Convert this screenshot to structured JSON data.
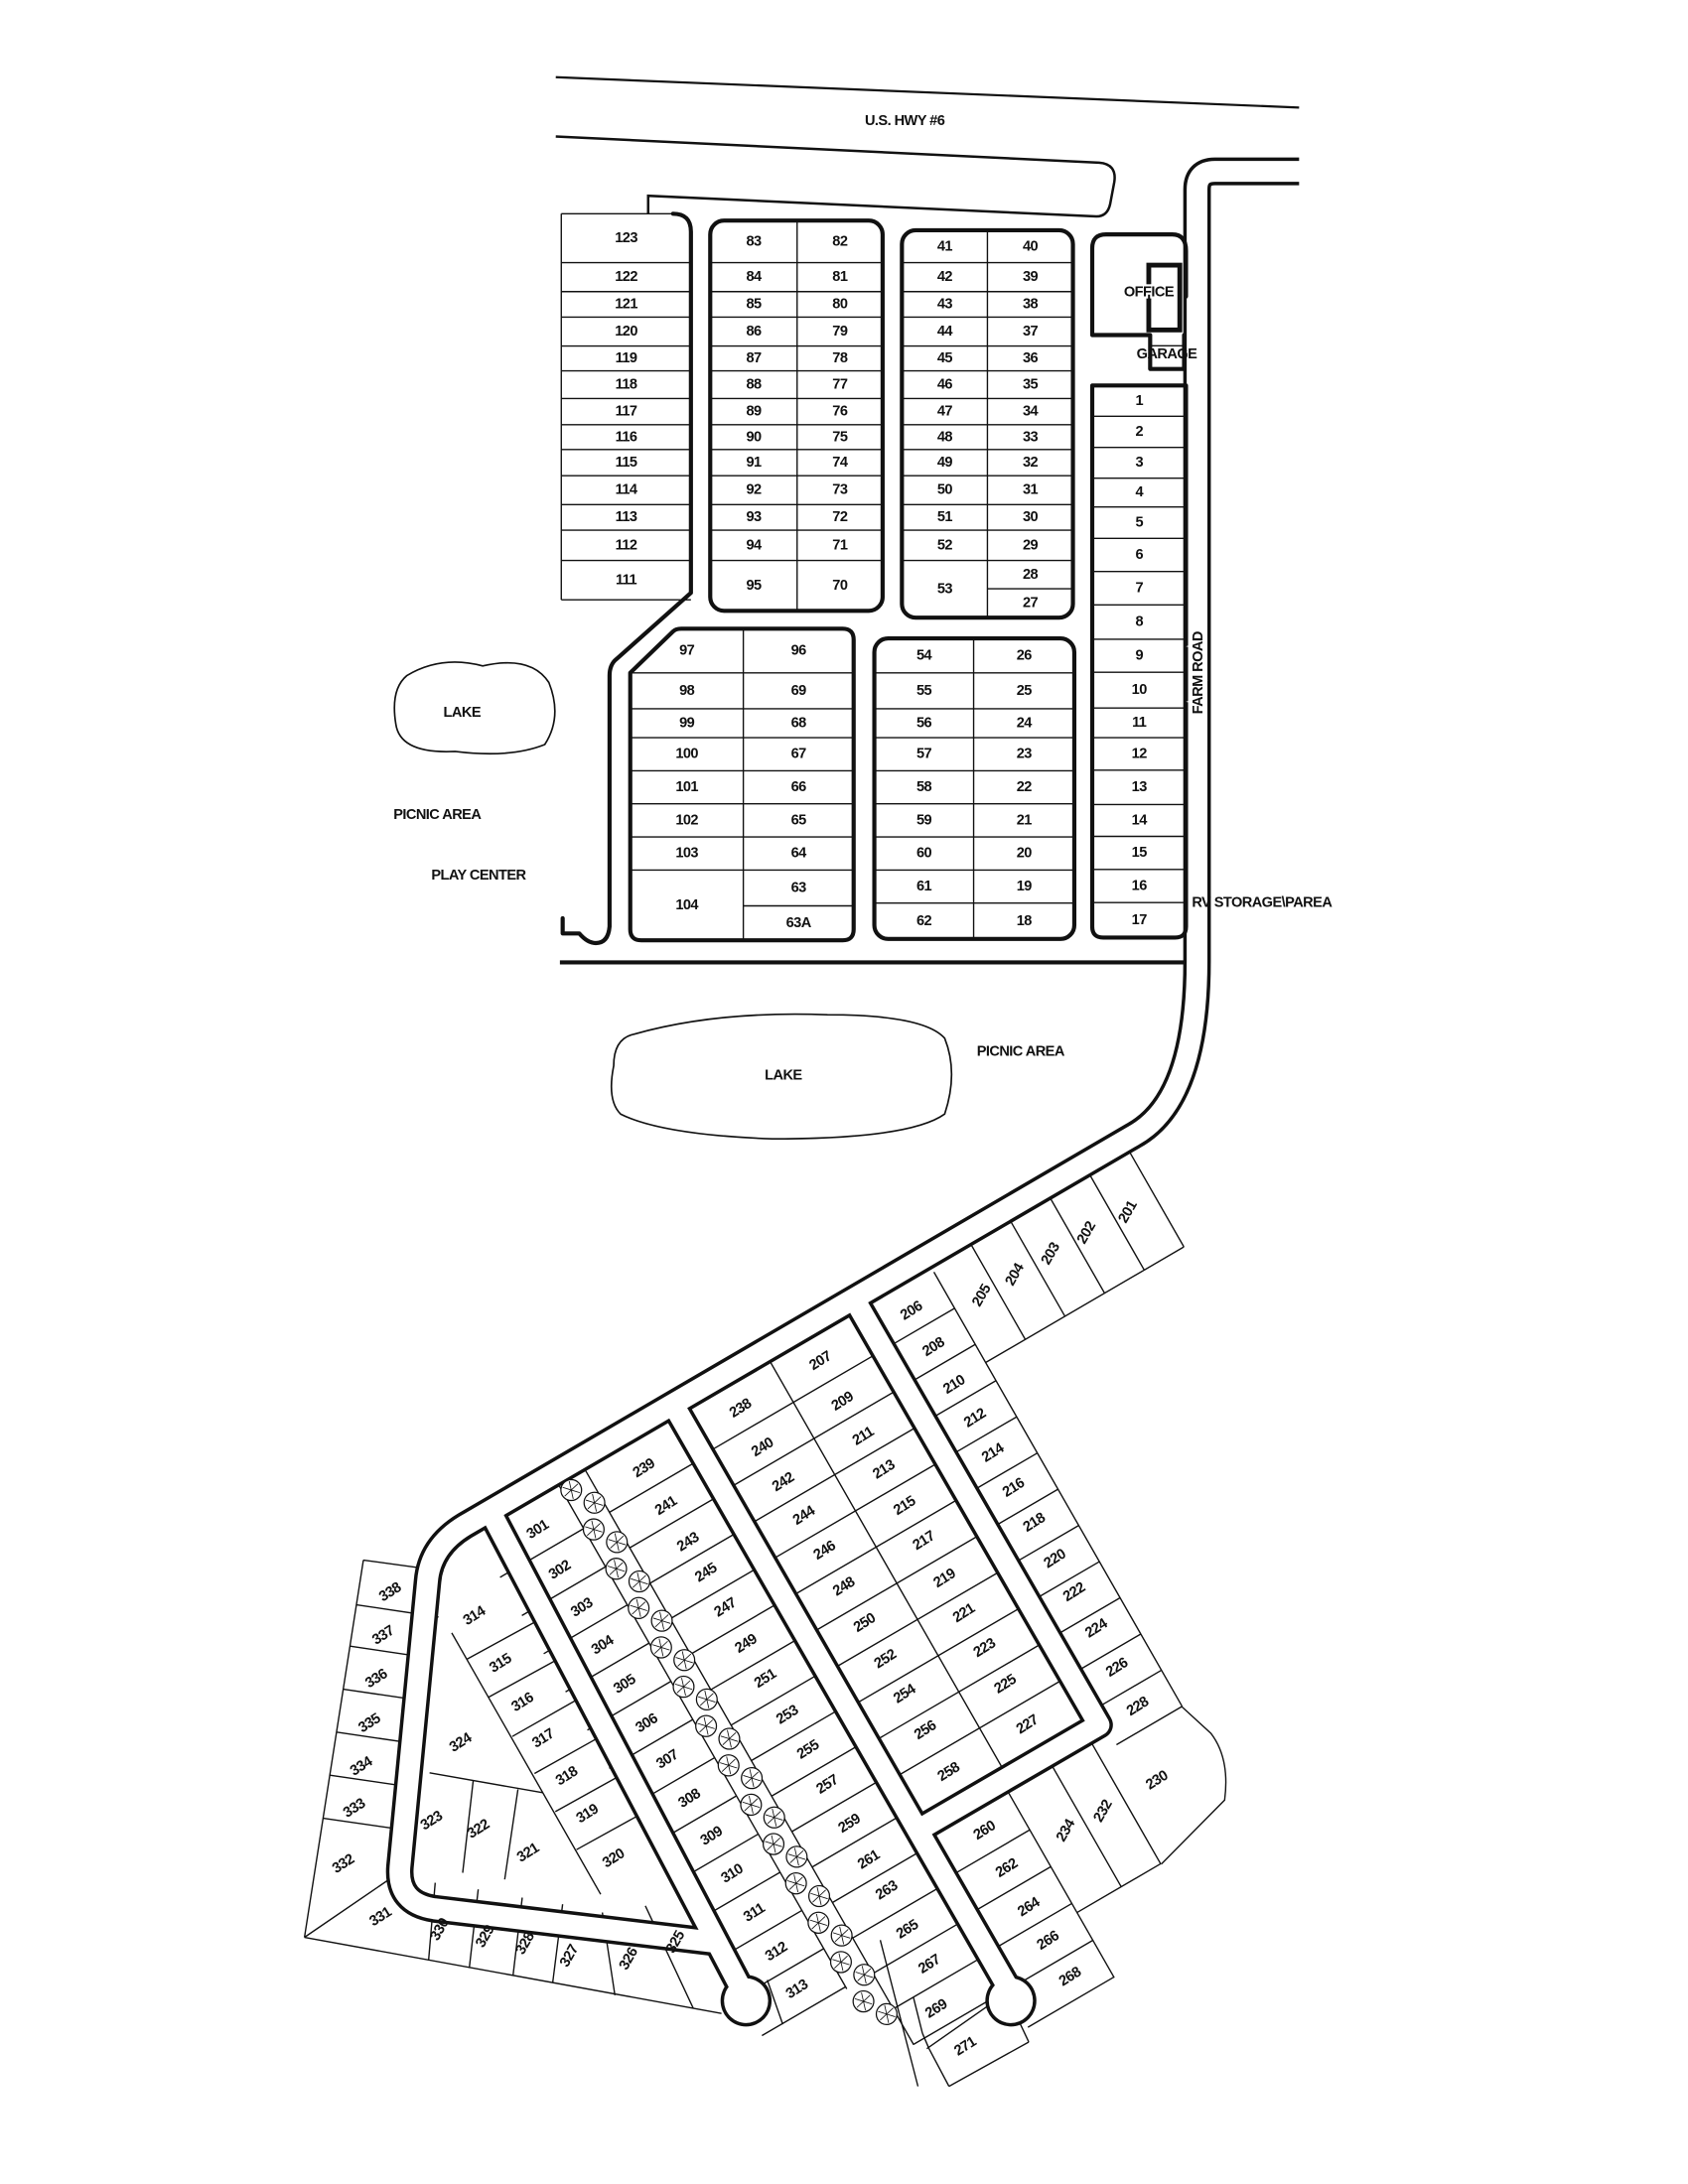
{
  "labels": {
    "highway": "U.S. HWY #6",
    "office": "OFFICE",
    "garage": "GARAGE",
    "farm_road": "FARM ROAD",
    "rv_storage": "RV STORAGE\\PAREA",
    "lake_west": "LAKE",
    "picnic_west": "PICNIC AREA",
    "play_center": "PLAY CENTER",
    "lake_central": "LAKE",
    "picnic_east": "PICNIC AREA"
  },
  "lots": {
    "block_a": [
      "123",
      "122",
      "121",
      "120",
      "119",
      "118",
      "117",
      "116",
      "115",
      "114",
      "113",
      "112",
      "111"
    ],
    "block_b_left": [
      "83",
      "84",
      "85",
      "86",
      "87",
      "88",
      "89",
      "90",
      "91",
      "92",
      "93",
      "94",
      "95"
    ],
    "block_b_right": [
      "82",
      "81",
      "80",
      "79",
      "78",
      "77",
      "76",
      "75",
      "74",
      "73",
      "72",
      "71",
      "70"
    ],
    "block_c_left": [
      "41",
      "42",
      "43",
      "44",
      "45",
      "46",
      "47",
      "48",
      "49",
      "50",
      "51",
      "52",
      "53"
    ],
    "block_c_right": [
      "40",
      "39",
      "38",
      "37",
      "36",
      "35",
      "34",
      "33",
      "32",
      "31",
      "30",
      "29",
      "28",
      "27"
    ],
    "row_east": [
      "1",
      "2",
      "3",
      "4",
      "5",
      "6",
      "7",
      "8",
      "9",
      "10",
      "11",
      "12",
      "13",
      "14",
      "15",
      "16",
      "17"
    ],
    "block_d_left": [
      "97",
      "98",
      "99",
      "100",
      "101",
      "102",
      "103",
      "104"
    ],
    "block_d_right": [
      "96",
      "69",
      "68",
      "67",
      "66",
      "65",
      "64",
      "63",
      "63A"
    ],
    "block_e_left": [
      "54",
      "55",
      "56",
      "57",
      "58",
      "59",
      "60",
      "61",
      "62"
    ],
    "block_e_right": [
      "26",
      "25",
      "24",
      "23",
      "22",
      "21",
      "20",
      "19",
      "18"
    ],
    "diagonal": [
      "201",
      "202",
      "203",
      "204",
      "205",
      "206",
      "208",
      "210",
      "212",
      "214",
      "216",
      "218",
      "220",
      "222",
      "224",
      "226",
      "228",
      "230",
      "232",
      "234",
      "207",
      "209",
      "211",
      "213",
      "215",
      "217",
      "219",
      "221",
      "223",
      "225",
      "227",
      "238",
      "240",
      "242",
      "244",
      "246",
      "248",
      "250",
      "252",
      "254",
      "256",
      "258",
      "239",
      "241",
      "243",
      "245",
      "247",
      "249",
      "251",
      "253",
      "255",
      "257",
      "259",
      "261",
      "263",
      "265",
      "267",
      "269",
      "271",
      "260",
      "262",
      "264",
      "266",
      "268",
      "301",
      "302",
      "303",
      "304",
      "305",
      "306",
      "307",
      "308",
      "309",
      "310",
      "311",
      "312",
      "313",
      "314",
      "315",
      "316",
      "317",
      "318",
      "319",
      "320",
      "321",
      "322",
      "323",
      "324",
      "325",
      "326",
      "327",
      "328",
      "329",
      "330",
      "331",
      "332",
      "333",
      "334",
      "335",
      "336",
      "337",
      "338"
    ]
  },
  "colors": {
    "line": "#111111",
    "background": "#ffffff"
  }
}
